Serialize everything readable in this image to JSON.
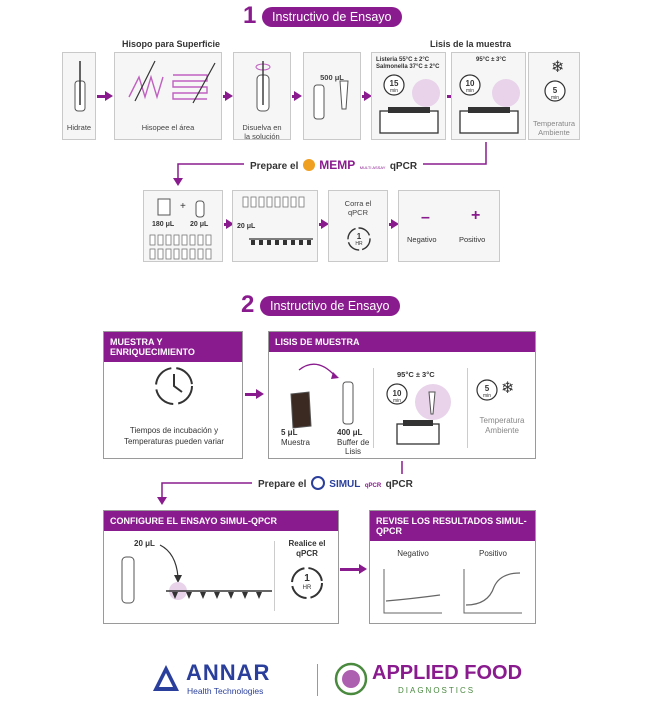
{
  "section1": {
    "number": "1",
    "title": "Instructivo de Ensayo",
    "group_swab": "Hisopo para Superficie",
    "group_lysis": "Lisis de la muestra",
    "steps": {
      "hydrate": "Hidrate",
      "swab": "Hisopee el área",
      "dissolve_l1": "Disuelva en",
      "dissolve_l2": "la solución",
      "volume": "500 μL",
      "listeria": "Listeria 55°C ± 2°C",
      "salmonella": "Salmonella 37°C ± 2°C",
      "time15": "15",
      "time10": "10",
      "time5": "5",
      "min": "min",
      "temp95": "95°C ± 3°C",
      "room_l1": "Temperatura",
      "room_l2": "Ambiente"
    },
    "prepare_prefix": "Prepare el",
    "prepare_brand": "MEMP",
    "prepare_brand_sub": "MULTI ASSAY",
    "prepare_suffix": "qPCR",
    "row2": {
      "vol180": "180 μL",
      "plus": "+",
      "vol20a": "20 μL",
      "vol20b": "20 μL",
      "run_l1": "Corra el",
      "run_l2": "qPCR",
      "hr_num": "1",
      "hr": "HR",
      "neg_sign": "–",
      "pos_sign": "+",
      "negative": "Negativo",
      "positive": "Positivo"
    }
  },
  "section2": {
    "number": "2",
    "title": "Instructivo de Ensayo",
    "box_sample": {
      "header": "MUESTRA Y ENRIQUECIMIENTO",
      "text_l1": "Tiempos de incubación y",
      "text_l2": "Temperaturas pueden variar"
    },
    "box_lysis": {
      "header": "LISIS DE MUESTRA",
      "vol5": "5 μL",
      "sample": "Muestra",
      "vol400": "400 μL",
      "buffer_l1": "Buffer de",
      "buffer_l2": "Lisis",
      "temp95": "95°C ± 3°C",
      "time10": "10",
      "time5": "5",
      "min": "min",
      "room_l1": "Temperatura",
      "room_l2": "Ambiente"
    },
    "prepare_prefix": "Prepare el",
    "prepare_brand": "SIMUL",
    "prepare_brand_sub": "qPCR",
    "prepare_suffix": "qPCR",
    "box_configure": {
      "header": "CONFIGURE EL ENSAYO SIMUL-QPCR",
      "vol20": "20 μL",
      "run_l1": "Realice el",
      "run_l2": "qPCR",
      "hr_num": "1",
      "hr": "HR"
    },
    "box_results": {
      "header": "REVISE LOS RESULTADOS SIMUL-QPCR",
      "negative": "Negativo",
      "positive": "Positivo"
    }
  },
  "footer": {
    "annar_name": "ANNAR",
    "annar_sub": "Health Technologies",
    "afd_name": "APPLIED FOOD",
    "afd_sub": "DIAGNOSTICS"
  },
  "colors": {
    "accent": "#8a1b8f",
    "annar_blue": "#2a3f9c",
    "afd_green": "#4a8a3f"
  }
}
